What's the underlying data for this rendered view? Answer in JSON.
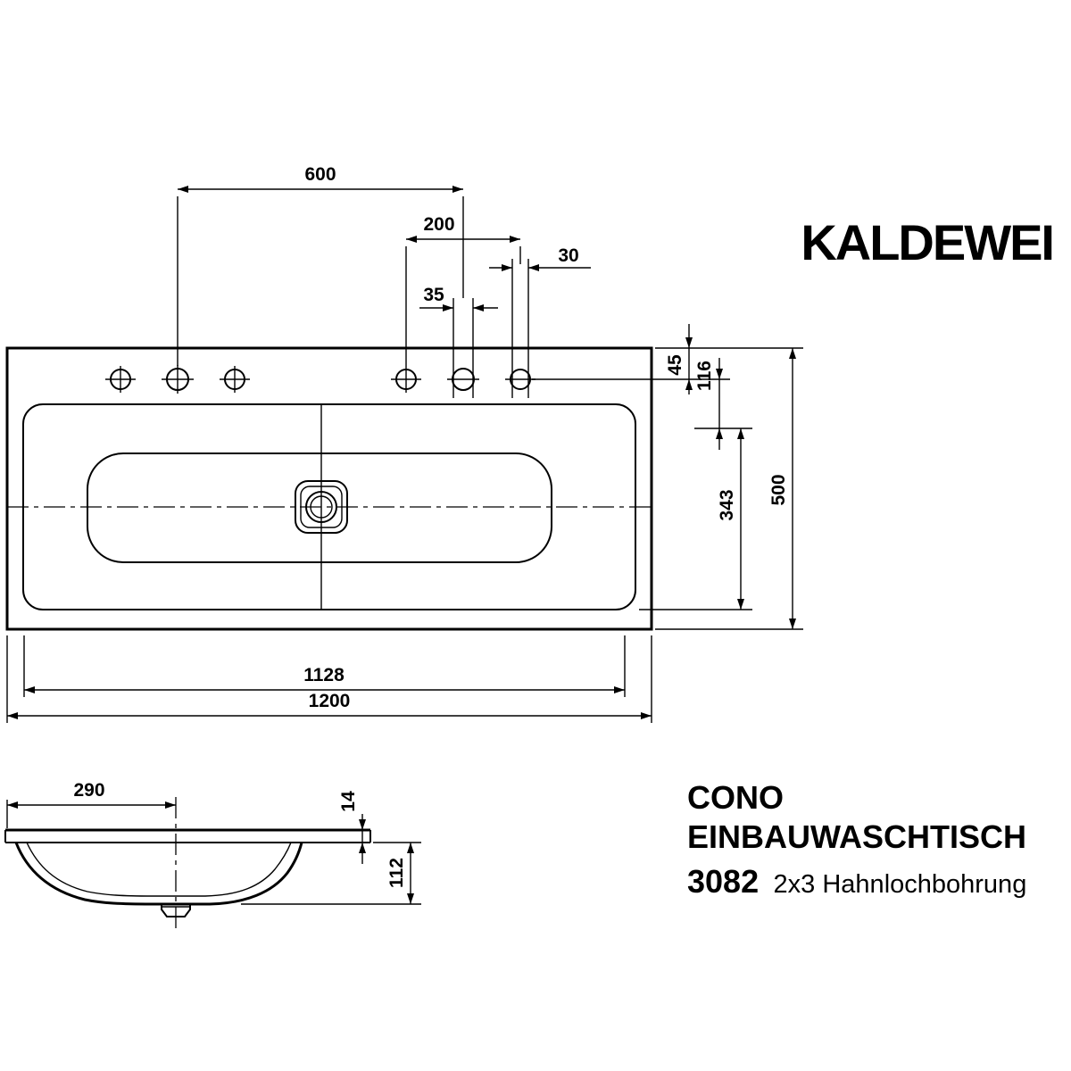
{
  "brand": {
    "logo": "KALDEWEI"
  },
  "title_block": {
    "product_line": "CONO",
    "product_type": "EINBAUWASCHTISCH",
    "model_number": "3082",
    "variant": "2x3 Hahnlochbohrung"
  },
  "drawing": {
    "views": [
      "top-view-plan",
      "section-view"
    ],
    "line_color": "#000000",
    "background": "#ffffff"
  },
  "dims": {
    "tap_group_spacing": "600",
    "tap_hole_spacing": "200",
    "side_hole_diameter": "30",
    "center_hole_diameter": "35",
    "edge_to_tap_holes": "45",
    "tap_holes_to_basin_edge": "116",
    "basin_inner_depth": "343",
    "overall_depth": "500",
    "cutout_width": "1128",
    "overall_width": "1200",
    "drain_center_offset": "290",
    "rim_thickness": "14",
    "bowl_depth": "112"
  }
}
